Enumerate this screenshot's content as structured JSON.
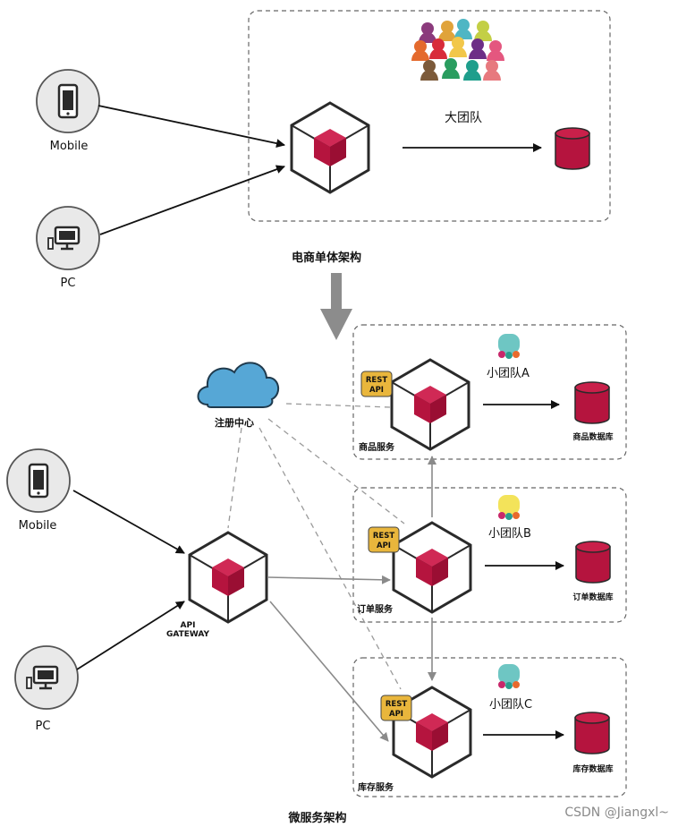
{
  "monolith": {
    "mobile_label": "Mobile",
    "pc_label": "PC",
    "team_label": "大团队",
    "caption": "电商单体架构"
  },
  "microservices": {
    "registry_label": "注册中心",
    "gateway_line1": "API",
    "gateway_line2": "GATEWAY",
    "mobile_label": "Mobile",
    "pc_label": "PC",
    "caption": "微服务架构",
    "services": [
      {
        "name": "商品服务",
        "team": "小团队A",
        "db": "商品数据库",
        "rest_line1": "REST",
        "rest_line2": "API",
        "team_color": "#6ec6c3"
      },
      {
        "name": "订单服务",
        "team": "小团队B",
        "db": "订单数据库",
        "rest_line1": "REST",
        "rest_line2": "API",
        "team_color": "#f3e35a"
      },
      {
        "name": "库存服务",
        "team": "小团队C",
        "db": "库存数据库",
        "rest_line1": "REST",
        "rest_line2": "API",
        "team_color": "#6ec6c3"
      }
    ]
  },
  "watermark": "CSDN @Jiangxl~",
  "colors": {
    "crimson": "#b5143e",
    "gateway_arrow": "#8a8a8a",
    "rest_badge": "#e9b63c",
    "cloud": "#56a7d6",
    "device_circle": "#e9e9e9"
  }
}
